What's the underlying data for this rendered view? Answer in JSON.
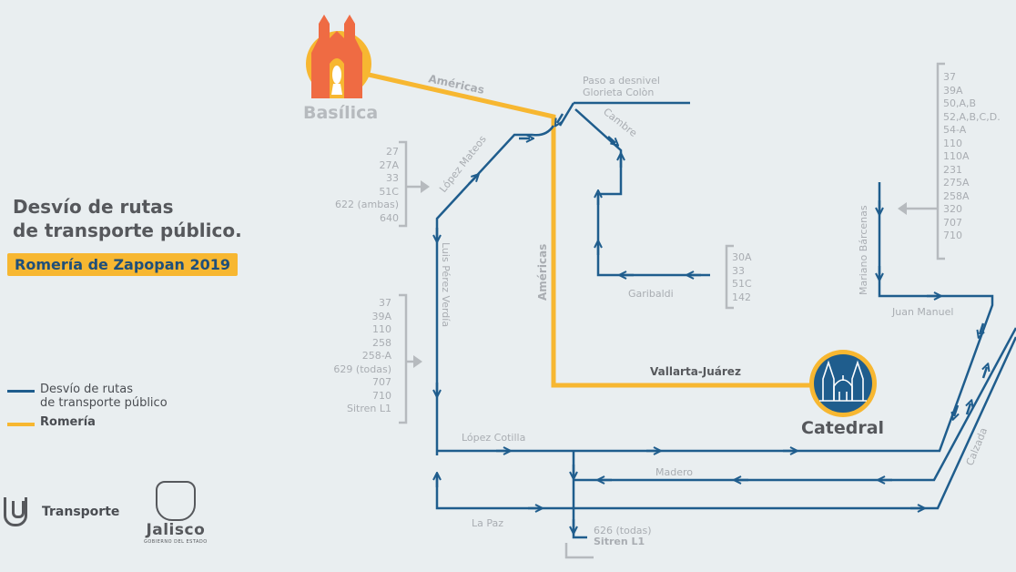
{
  "title": {
    "line1": "Desvío de rutas",
    "line2": "de transporte público.",
    "subtitle": "Romería de Zapopan 2019"
  },
  "legend": {
    "desvio_line1": "Desvío de rutas",
    "desvio_line2": "de transporte público",
    "romeria": "Romería"
  },
  "colors": {
    "route": "#1f5d8d",
    "romeria": "#f7b731",
    "muted": "#a9adb2",
    "background": "#e9eef0"
  },
  "streets": {
    "americas_top": "Américas",
    "americas_vertical": "Américas",
    "paso_line1": "Paso a desnivel",
    "paso_line2": "Glorieta Colòn",
    "cambre": "Cambre",
    "lopez_mateos": "López Mateos",
    "luis_perez_verdia": "Luis Pérez Verdía",
    "garibaldi": "Garibaldi",
    "vallarta_juarez": "Vallarta-Juárez",
    "mariano_barcenas": "Mariano Bárcenas",
    "juan_manuel": "Juan Manuel",
    "lopez_cotilla": "López Cotilla",
    "madero": "Madero",
    "calzada": "Calzada",
    "la_paz": "La Paz"
  },
  "landmarks": {
    "basilica": "Basílica",
    "catedral": "Catedral"
  },
  "route_lists": {
    "lopez_mateos": [
      "27",
      "27A",
      "33",
      "51C",
      "622 (ambas)",
      "640"
    ],
    "luis_perez_verdia": [
      "37",
      "39A",
      "110",
      "258",
      "258-A",
      "629 (todas)",
      "707",
      "710",
      "Sitren L1"
    ],
    "garibaldi": [
      "30A",
      "33",
      "51C",
      "142"
    ],
    "mariano_barcenas": [
      "37",
      "39A",
      "50,A,B",
      "52,A,B,C,D.",
      "54-A",
      "110",
      "110A",
      "231",
      "275A",
      "258A",
      "320",
      "707",
      "710"
    ],
    "bottom_line1": "626 (todas)",
    "bottom_line2": "Sitren L1"
  },
  "logos": {
    "transporte": "Transporte",
    "jalisco": "Jalisco",
    "jalisco_sub": "GOBIERNO DEL ESTADO"
  }
}
